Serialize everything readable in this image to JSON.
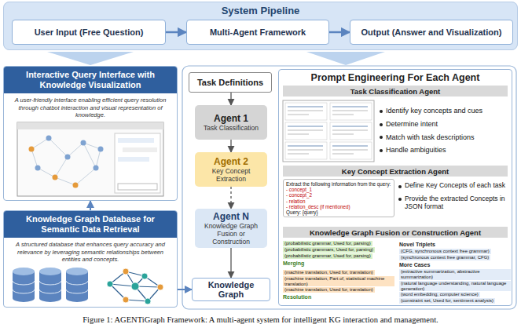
{
  "diagram": {
    "caption": "Figure 1: AGENTiGraph Framework: A multi-agent system for intelligent KG interaction and management.",
    "nodes": [
      {
        "text": [
          "System Pipeline"
        ]
      },
      {
        "text": [
          "User Input (Free Question)"
        ],
        "in": 0
      },
      {
        "text": [
          "Multi-Agent Framework"
        ],
        "in": 0
      },
      {
        "text": [
          "Output (Answer and Visualization)"
        ],
        "in": 0
      },
      {
        "text": [
          "Interactive Query Interface with Knowledge Visualization",
          "A user-friendly interface enabling efficient query resolution through chatbot interaction and visual representation of knowledge."
        ]
      },
      {
        "text": [
          "Knowledge Graph Database for Semantic Data Retrieval",
          "A structured database that enhances query accuracy and relevance by leveraging semantic relationships between entities and concepts."
        ]
      },
      {
        "text": [
          "Task Definitions"
        ]
      },
      {
        "text": [
          "Agent 1",
          "Task Classification"
        ]
      },
      {
        "text": [
          "Agent 2",
          "Key Concept Extraction"
        ]
      },
      {
        "text": [
          "Agent N",
          "Knowledge Graph Fusion or Construction"
        ]
      },
      {
        "text": [
          "Knowledge Graph"
        ]
      },
      {
        "text": [
          "Prompt Engineering For Each Agent"
        ]
      },
      {
        "text": [
          "Task Classification Agent"
        ],
        "in": 11
      },
      {
        "text": [
          "Key Concept Extraction Agent"
        ],
        "in": 11
      },
      {
        "text": [
          "Knowledge Graph Fusion or Construction Agent"
        ],
        "in": 11
      }
    ],
    "edges": [
      {
        "from": 1,
        "to": 2,
        "arrow": "to"
      },
      {
        "from": 2,
        "to": 3,
        "arrow": "to"
      },
      {
        "from": 6,
        "to": 7,
        "arrow": "to"
      },
      {
        "from": 7,
        "to": 8,
        "arrow": "to"
      },
      {
        "from": 8,
        "to": 9,
        "arrow": "to"
      },
      {
        "from": 9,
        "to": 10,
        "arrow": "to"
      },
      {
        "from": 5,
        "to": 4,
        "arrow": "to"
      },
      {
        "from": 5,
        "to": 10,
        "arrow": "to"
      }
    ],
    "labels": [
      "Identify key concepts and cues",
      "Determine intent",
      "Match with task descriptions",
      "Handle ambiguities",
      "Extract the following information from the query:",
      "- concept_1",
      "- concept_2",
      "- relation",
      "- relation_desc (if mentioned)",
      "Query: {query}",
      "Define Key Concepts of each task",
      "Provide the extracted Concepts in JSON format",
      "(probabilistic grammar, Used for, parsing)",
      "(probabilistic grammars, Used for, parsing)",
      "(probabilistic grammar, Used for, parsing)",
      "Merging",
      "(machine translation, Used for, translation)",
      "(machine translation, Part of, statistical machine translation)",
      "(machine translation, Used for, translation)",
      "Resolution",
      "Novel Triplets",
      "(CFG, synchronous context free grammar)",
      "(synchronous context free grammar, CFG)",
      "More Cases",
      "(extractive summarization, abstractive summarization)",
      "(natural language understanding, natural language generation)",
      "(word embedding, computer science)",
      "(constraint set, Used for, sentiment analysis)"
    ]
  }
}
